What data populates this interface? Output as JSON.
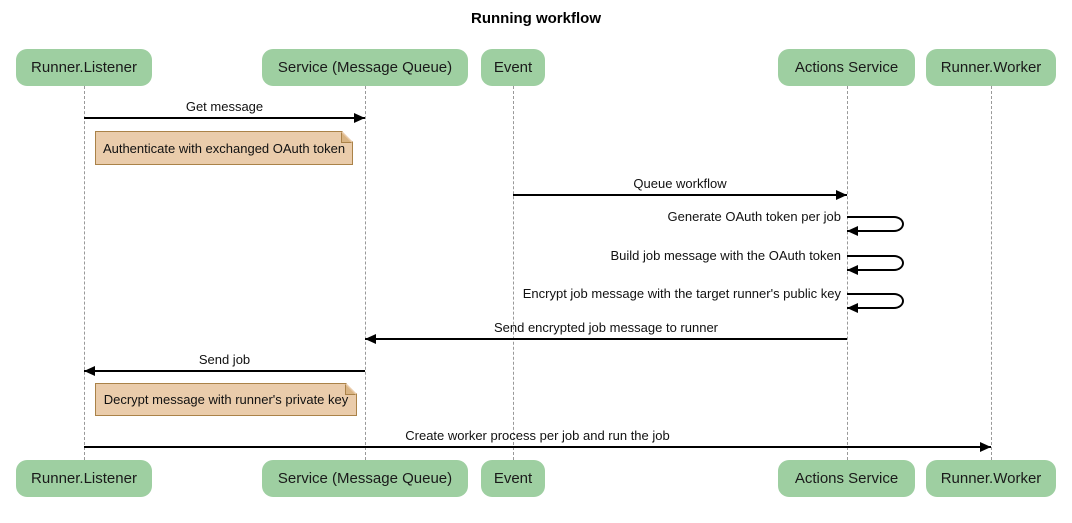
{
  "title": "Running workflow",
  "actors": [
    {
      "id": "runner-listener",
      "label": "Runner.Listener"
    },
    {
      "id": "service-message-queue",
      "label": "Service (Message Queue)"
    },
    {
      "id": "event",
      "label": "Event"
    },
    {
      "id": "actions-service",
      "label": "Actions Service"
    },
    {
      "id": "runner-worker",
      "label": "Runner.Worker"
    }
  ],
  "steps": [
    {
      "type": "message",
      "label": "Get message",
      "from": "Runner.Listener",
      "to": "Service (Message Queue)",
      "direction": "right"
    },
    {
      "type": "note",
      "label": "Authenticate with exchanged OAuth token",
      "over": "Runner.Listener"
    },
    {
      "type": "message",
      "label": "Queue workflow",
      "from": "Event",
      "to": "Actions Service",
      "direction": "right"
    },
    {
      "type": "self-message",
      "label": "Generate OAuth token per job",
      "actor": "Actions Service"
    },
    {
      "type": "self-message",
      "label": "Build job message with the OAuth token",
      "actor": "Actions Service"
    },
    {
      "type": "self-message",
      "label": "Encrypt job message with the target runner's public key",
      "actor": "Actions Service"
    },
    {
      "type": "message",
      "label": "Send encrypted job message to runner",
      "from": "Actions Service",
      "to": "Service (Message Queue)",
      "direction": "left"
    },
    {
      "type": "message",
      "label": "Send job",
      "from": "Service (Message Queue)",
      "to": "Runner.Listener",
      "direction": "left"
    },
    {
      "type": "note",
      "label": "Decrypt message with runner's private key",
      "over": "Runner.Listener"
    },
    {
      "type": "message",
      "label": "Create worker process per job and run the job",
      "from": "Runner.Listener",
      "to": "Runner.Worker",
      "direction": "right"
    }
  ],
  "colors": {
    "actor_fill": "#9ecfa1",
    "note_fill": "#eaccab",
    "note_border": "#aa8248",
    "lifeline": "#999999",
    "arrow": "#000000",
    "bg": "#ffffff"
  }
}
